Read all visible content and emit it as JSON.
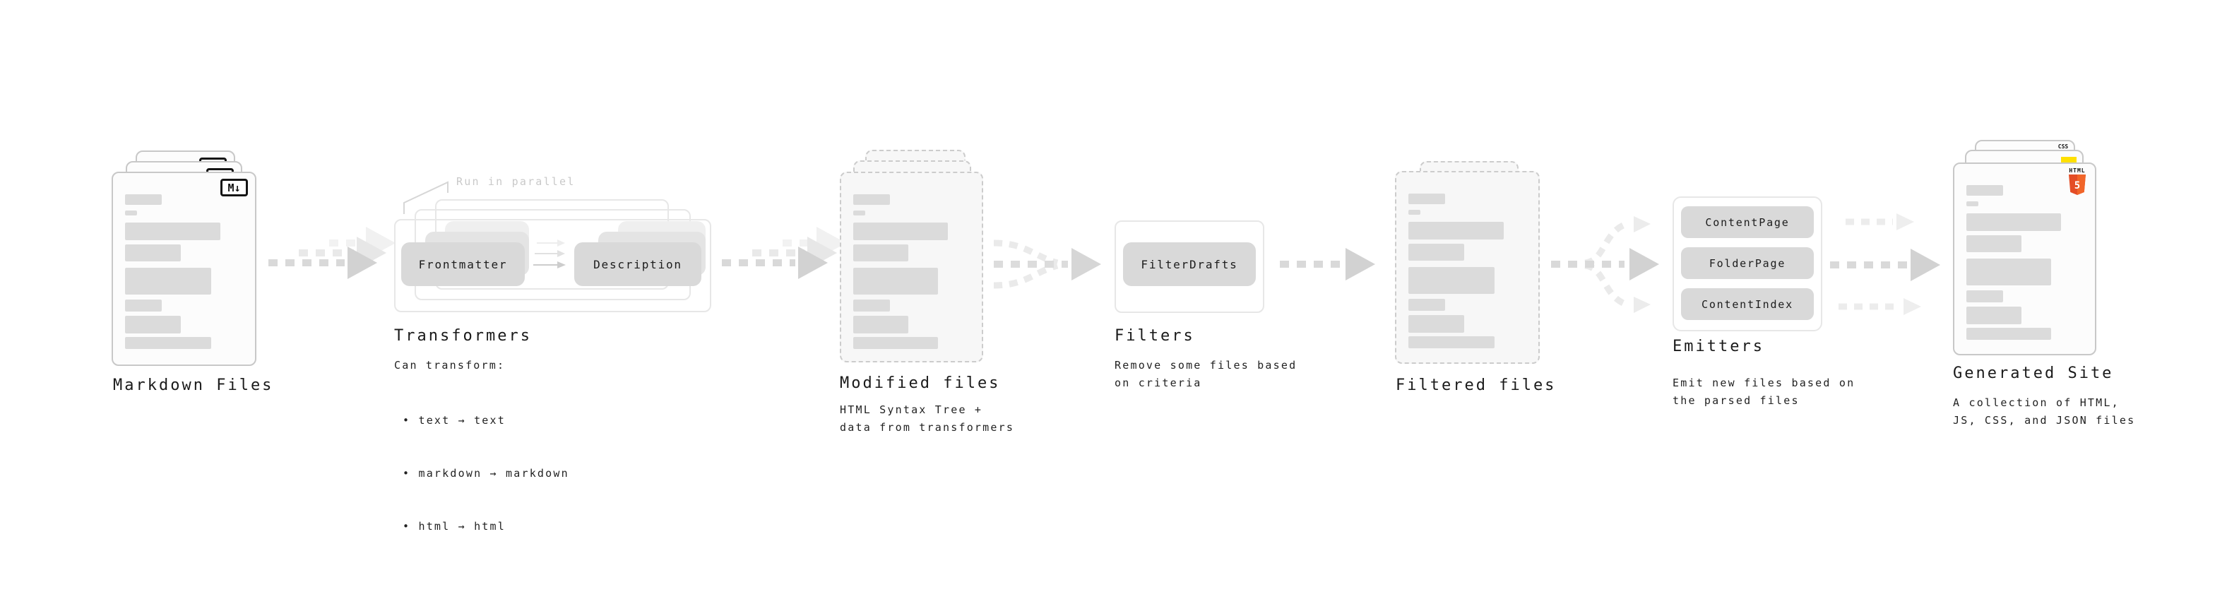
{
  "diagram": {
    "stages": {
      "markdown": {
        "label": "Markdown Files"
      },
      "transformers": {
        "label": "Transformers",
        "callout": "Run in parallel",
        "boxes": [
          "Frontmatter",
          "Description"
        ],
        "intro": "Can transform:",
        "bullets": [
          "• text → text",
          "• markdown → markdown",
          "• html → html"
        ]
      },
      "modified": {
        "label": "Modified files",
        "sublabel": "HTML Syntax Tree +\ndata from transformers"
      },
      "filters": {
        "label": "Filters",
        "sublabel": "Remove some files based\non criteria",
        "boxes": [
          "FilterDrafts"
        ]
      },
      "filtered": {
        "label": "Filtered files"
      },
      "emitters": {
        "label": "Emitters",
        "sublabel": "Emit new files based on\nthe parsed files",
        "boxes": [
          "ContentPage",
          "FolderPage",
          "ContentIndex"
        ]
      },
      "generated": {
        "label": "Generated Site",
        "sublabel": "A collection of HTML,\nJS, CSS, and JSON files"
      }
    },
    "badges": {
      "markdown_glyph": "M↓",
      "css_label": "CSS",
      "html5_label": "HTML",
      "html5_digit": "5"
    },
    "colors": {
      "html5_orange": "#e44d26",
      "html5_orange_light": "#f16529",
      "js_yellow": "#ffe000",
      "css_blue": "#2965f1",
      "component_box_gray": "#d9d9d9",
      "arrow_gray": "#d9d9d9",
      "arrow_ghost_gray": "#ececec",
      "text_dark": "#1a1a1a",
      "callout_gray": "#c9c9c9"
    }
  }
}
